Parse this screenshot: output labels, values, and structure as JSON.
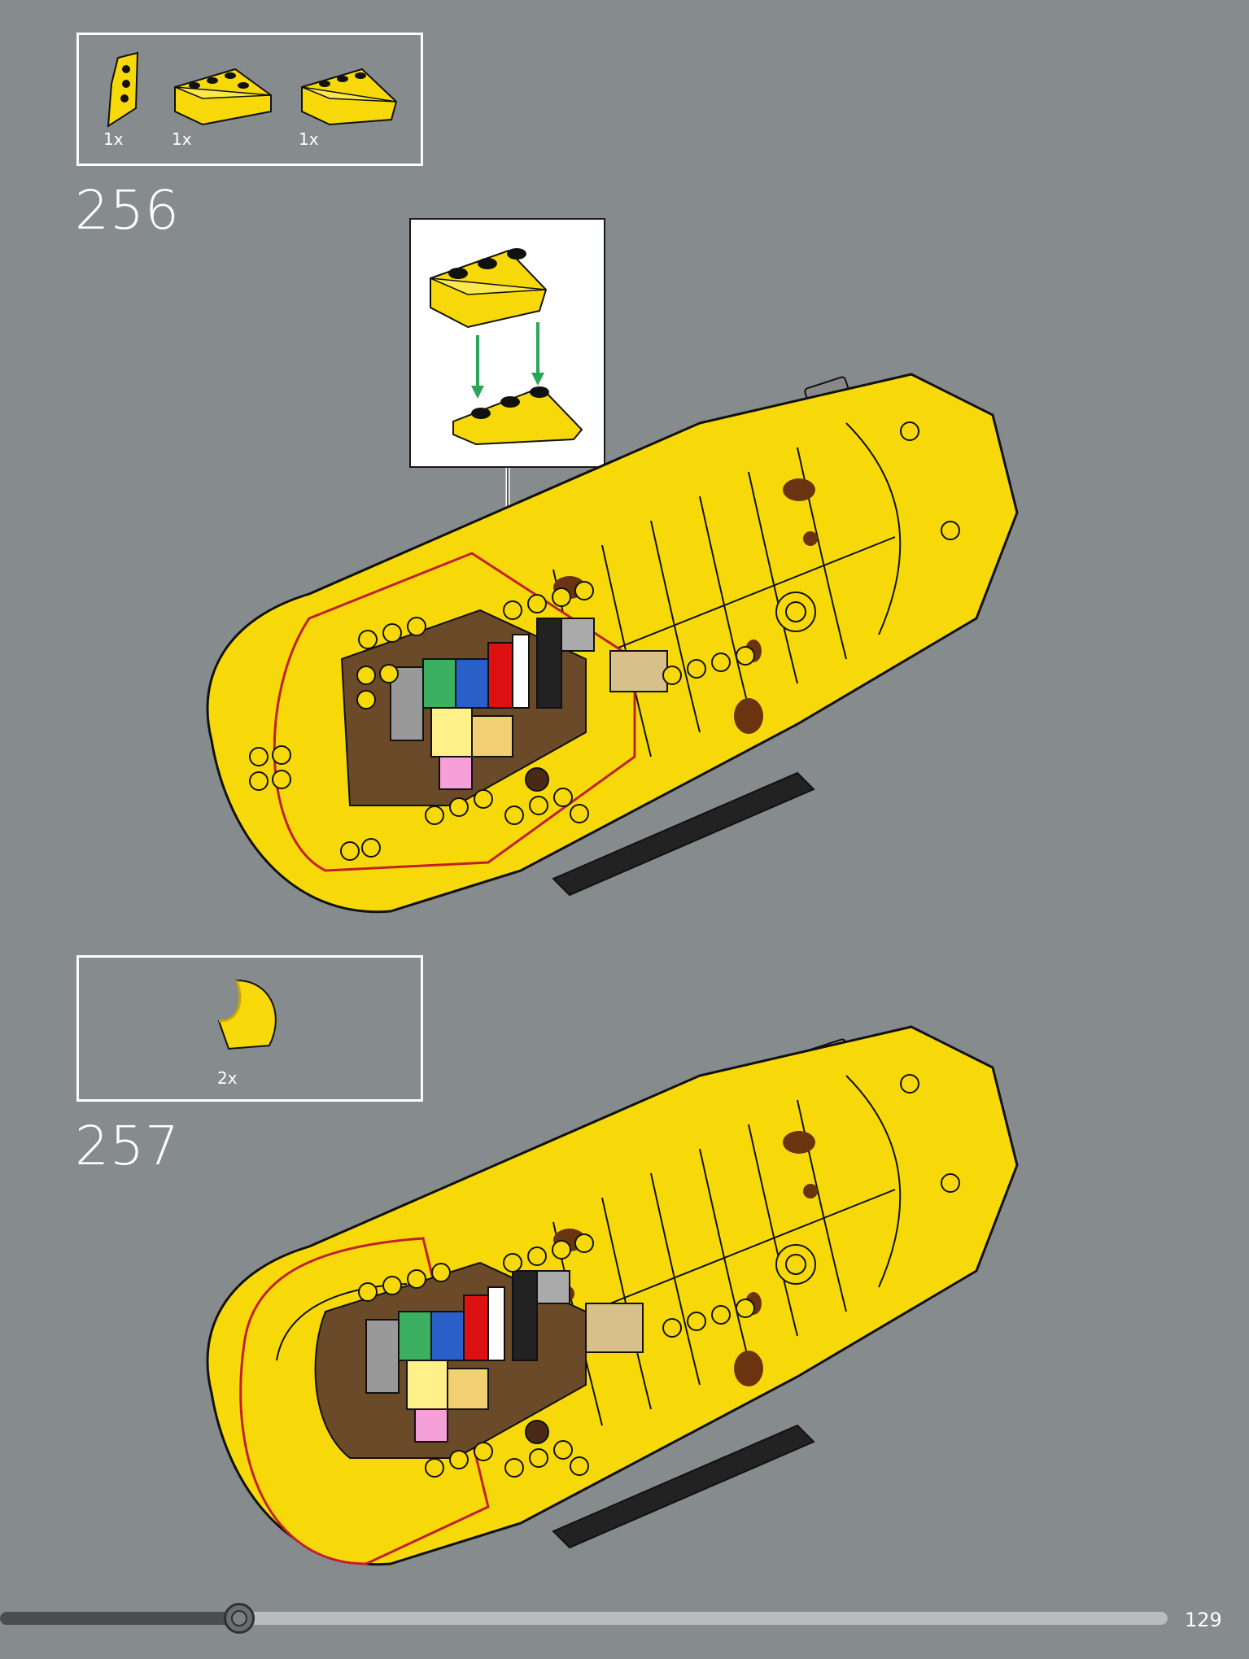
{
  "steps": [
    {
      "number": "256",
      "parts": [
        {
          "name": "yellow-wedge-plate-icon",
          "qty": "1x"
        },
        {
          "name": "yellow-wedge-brick-left-icon",
          "qty": "1x"
        },
        {
          "name": "yellow-wedge-brick-right-icon",
          "qty": "1x"
        }
      ]
    },
    {
      "number": "257",
      "parts": [
        {
          "name": "yellow-curved-slope-icon",
          "qty": "2x"
        }
      ]
    }
  ],
  "colors": {
    "background": "#868b8e",
    "part_yellow": "#f7d90a",
    "outline": "#111111",
    "arrow_green": "#2aa55a",
    "highlight_red": "#c0202a"
  },
  "progress": {
    "fraction": 0.205
  },
  "page_number": "129"
}
